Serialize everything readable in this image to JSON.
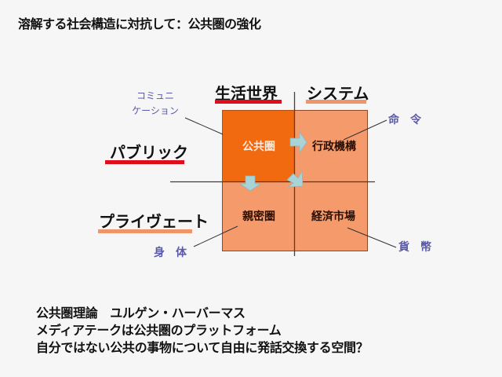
{
  "title": "溶解する社会構造に対抗して：公共圏の強化",
  "headers": {
    "lifeworld": "生活世界",
    "system": "システム",
    "public": "パブリック",
    "private": "プライヴェート"
  },
  "quadrants": {
    "top_left": "公共圏",
    "top_right": "行政機構",
    "bottom_left": "親密圏",
    "bottom_right": "経済市場"
  },
  "media": {
    "communication_line1": "コミュニ",
    "communication_line2": "ケーション",
    "command": "命　令",
    "body": "身　体",
    "money": "貨　幣"
  },
  "bottom_text": {
    "line1": "公共圏理論　ユルゲン・ハーバーマス",
    "line2": "メディアテークは公共圏のプラットフォーム",
    "line3": "自分ではない公共の事物について自由に発話交換する空間？"
  },
  "colors": {
    "public_sphere": "#f26a10",
    "quadrant": "#f59a6a",
    "red_underline": "#e00d1c",
    "orange_underline": "#f0956a",
    "arrow": "#a9d3d6",
    "media_text": "#5b5aa8",
    "background": "#f6f6f6"
  }
}
